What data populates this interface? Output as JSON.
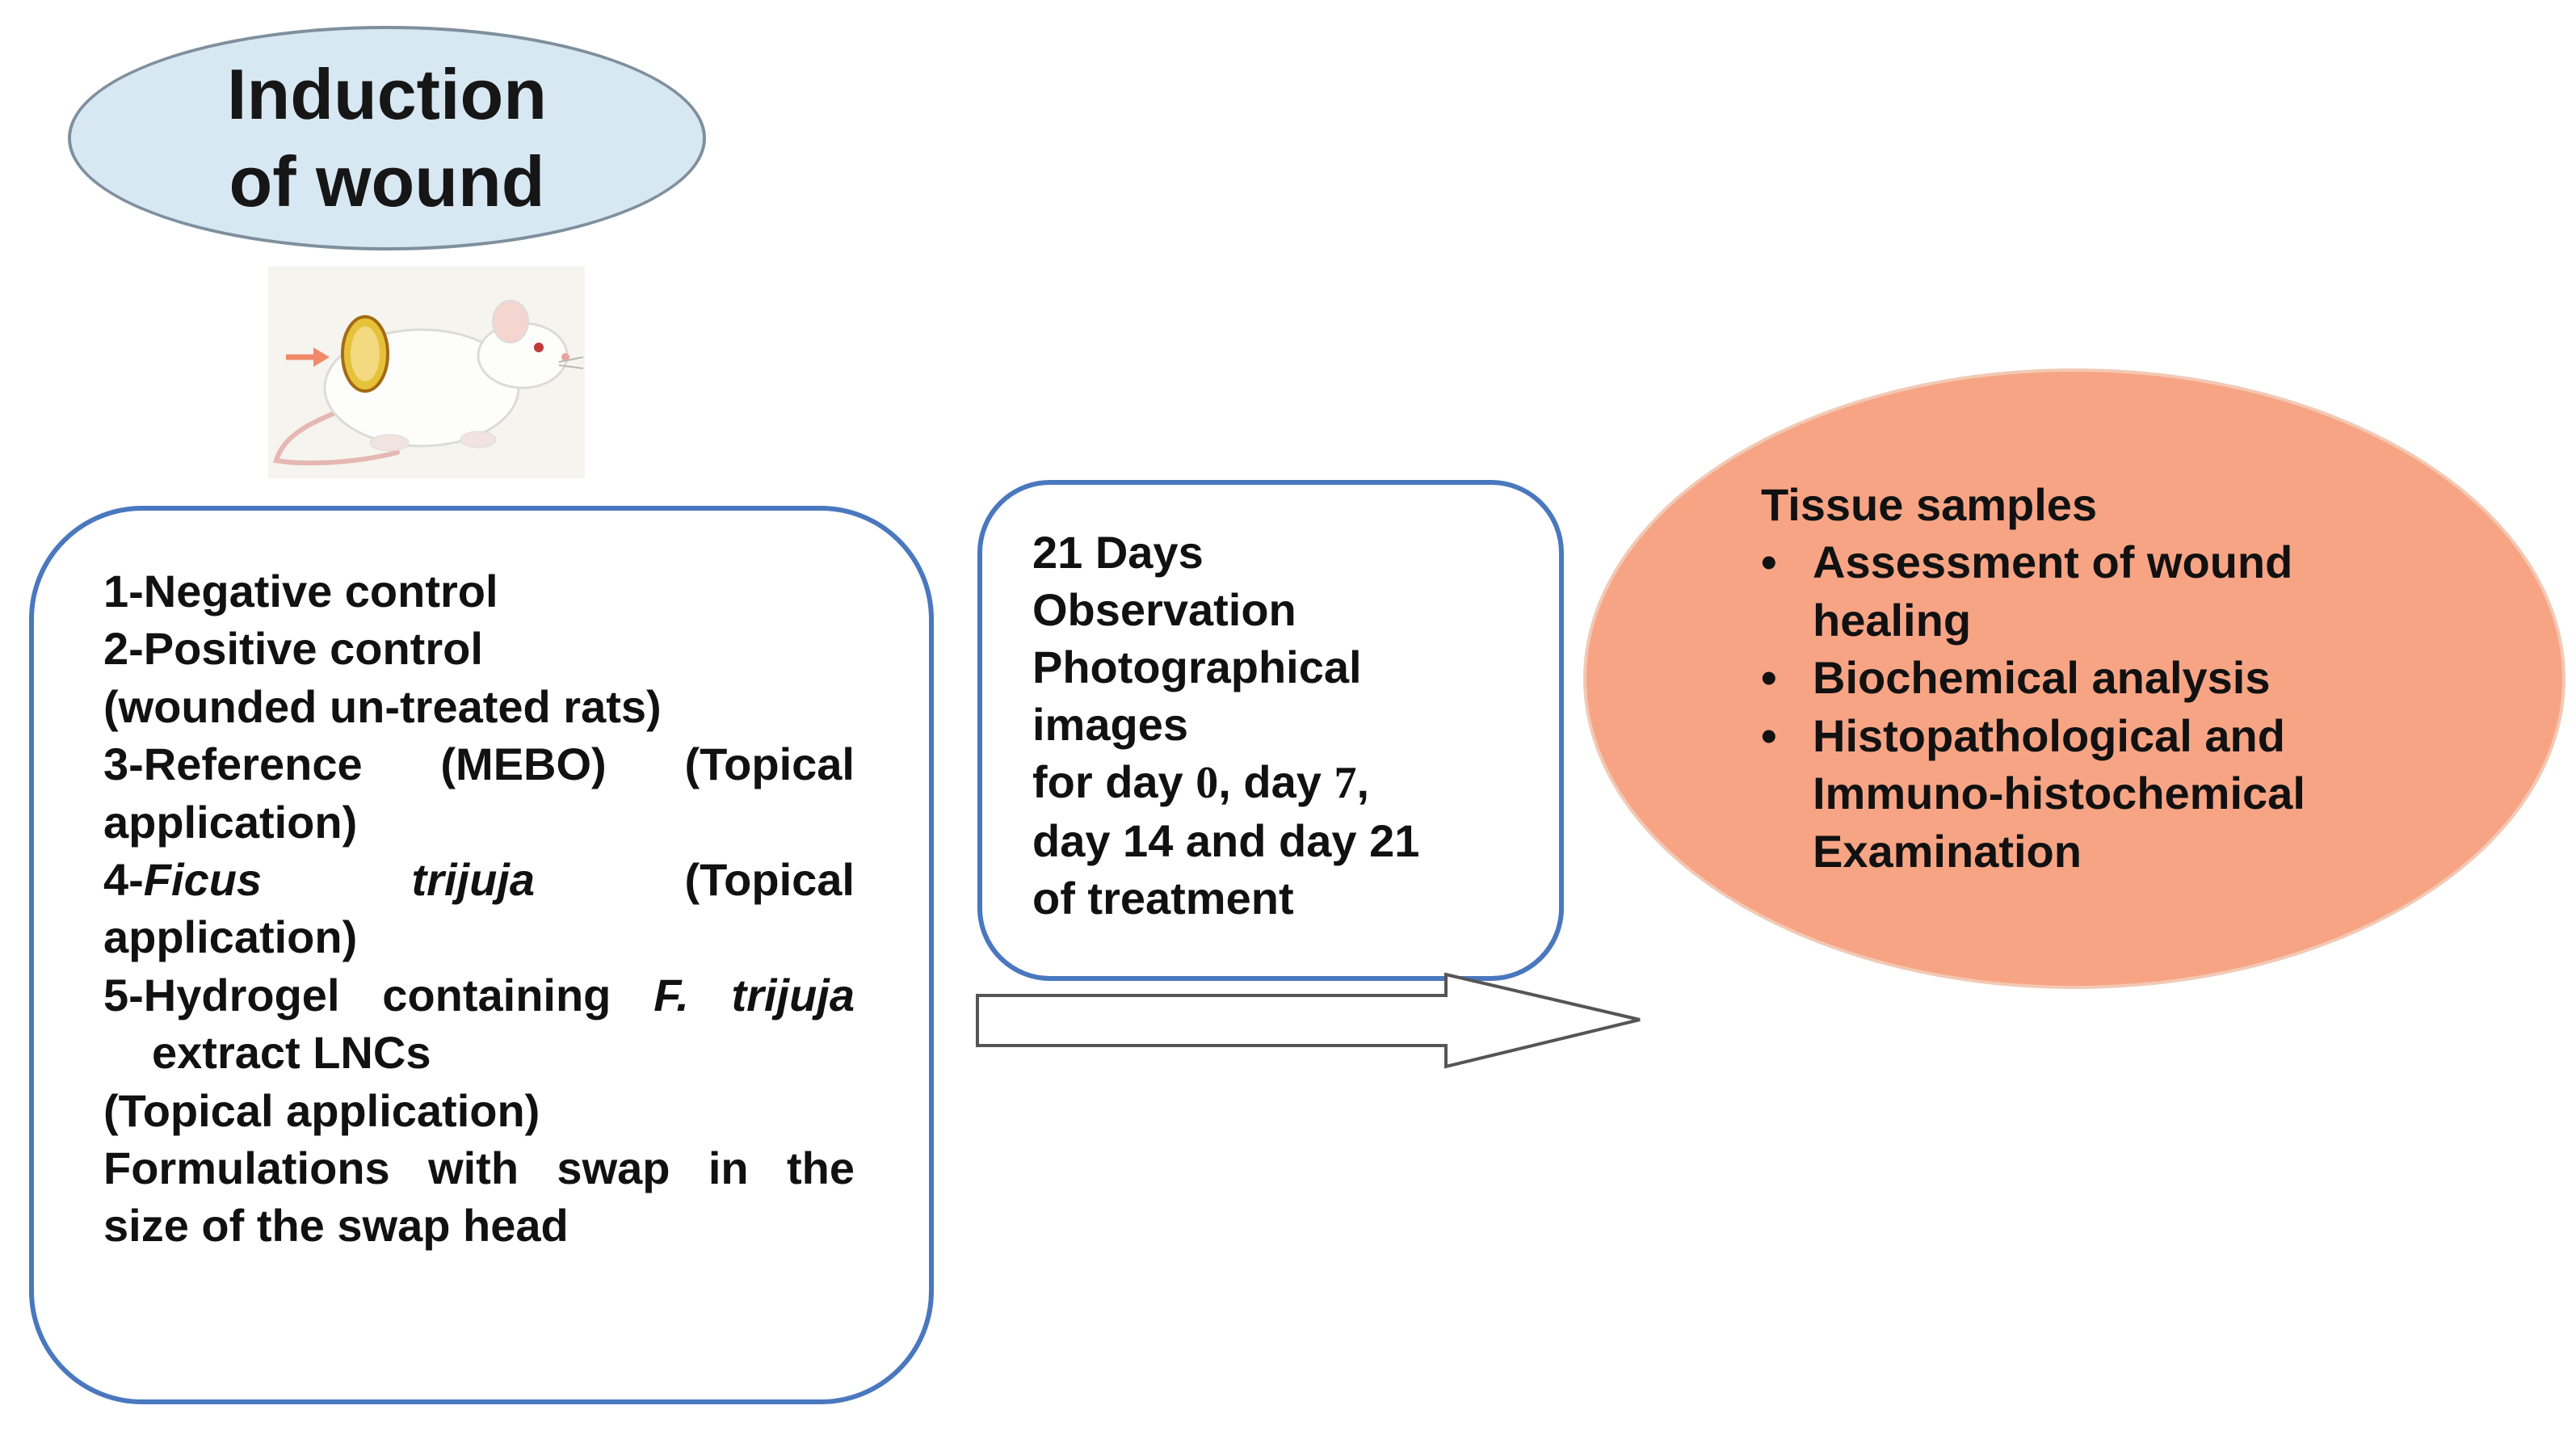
{
  "start": {
    "line1": "Induction",
    "line2": "of wound"
  },
  "groups": {
    "g1": "1-Negative control",
    "g2": "2-Positive control",
    "g2_note": "(wounded un-treated  rats)",
    "g3_a": "3-Reference",
    "g3_b": "(MEBO)",
    "g3_c": "(Topical",
    "g3_cont": "application)",
    "g4_num": "4-",
    "g4_a": "Ficus",
    "g4_b": "trijuja",
    "g4_c": "(Topical",
    "g4_cont": "application)",
    "g5_a": "5-Hydrogel",
    "g5_b": "containing",
    "g5_c": "F. trijuja",
    "g5_cont": "extract  LNCs",
    "g5_app": "(Topical application)",
    "form_a": "Formulations",
    "form_b": "with",
    "form_c": "swap",
    "form_d": "in",
    "form_e": "the",
    "form_cont": "size of the swap head"
  },
  "observation": {
    "line1": "21 Days",
    "line2": "Observation",
    "line3": "Photographical",
    "line4": "images",
    "line5_pre": "for day ",
    "line5_d0": "0",
    "line5_mid": ", day ",
    "line5_d7": "7",
    "line5_post": ",",
    "line6": "day 14 and day 21",
    "line7": "of treatment"
  },
  "samples": {
    "title": "Tissue samples",
    "bullet": "•",
    "items": [
      "Assessment of wound healing",
      "Biochemical analysis",
      "Histopathological and Immuno-histochemical Examination"
    ]
  },
  "colors": {
    "top_ellipse_fill": "#d7e8f3",
    "box_border": "#4a78bf",
    "right_ellipse_fill": "#f7a485"
  }
}
